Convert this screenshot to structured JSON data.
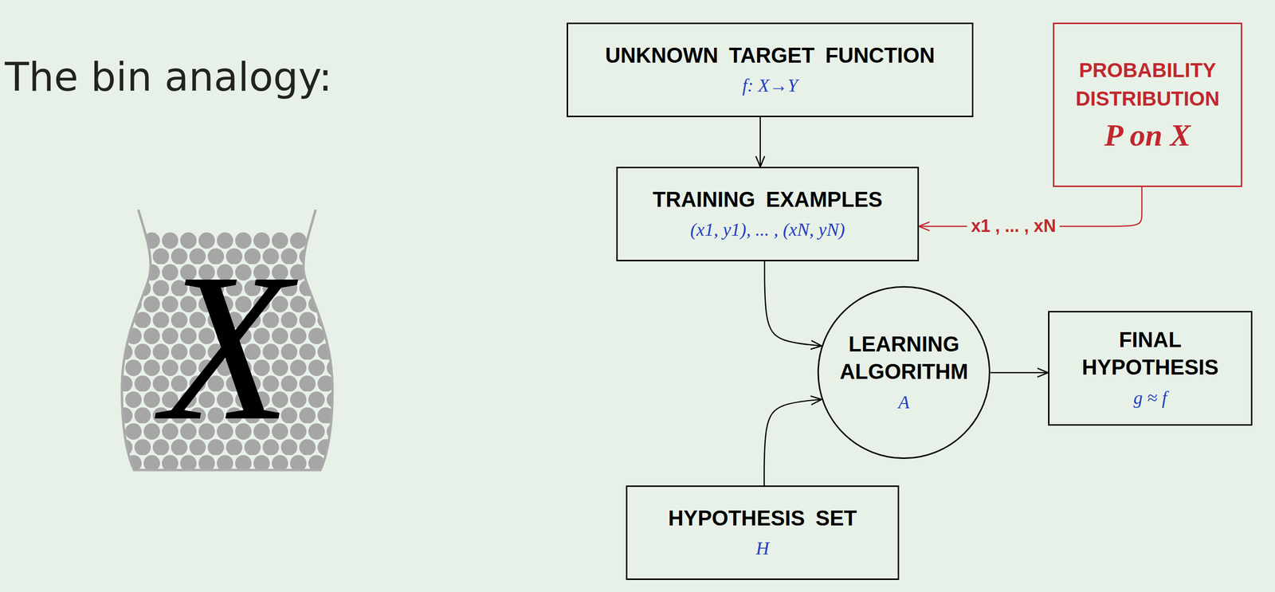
{
  "diagram": {
    "title": "The bin analogy:",
    "nodes": [
      {
        "text": [
          "UNKNOWN TARGET FUNCTION",
          "f: X→Y"
        ]
      },
      {
        "text": [
          "PROBABILITY DISTRIBUTION",
          "P on X"
        ]
      },
      {
        "text": [
          "TRAINING EXAMPLES",
          "(x1, y1), ... , (xN, yN)"
        ]
      },
      {
        "text": [
          "LEARNING ALGORITHM",
          "A"
        ]
      },
      {
        "text": [
          "FINAL HYPOTHESIS",
          "g ≈ f"
        ]
      },
      {
        "text": [
          "HYPOTHESIS SET",
          "H"
        ]
      }
    ],
    "edges": [
      {
        "from": 0,
        "to": 2,
        "arrow": "to"
      },
      {
        "from": 1,
        "to": 2,
        "label": "x1 , ... , xN",
        "arrow": "to"
      },
      {
        "from": 2,
        "to": 3,
        "arrow": "to"
      },
      {
        "from": 5,
        "to": 3,
        "arrow": "to"
      },
      {
        "from": 3,
        "to": 4,
        "arrow": "to"
      }
    ],
    "labels": [
      "X"
    ]
  }
}
